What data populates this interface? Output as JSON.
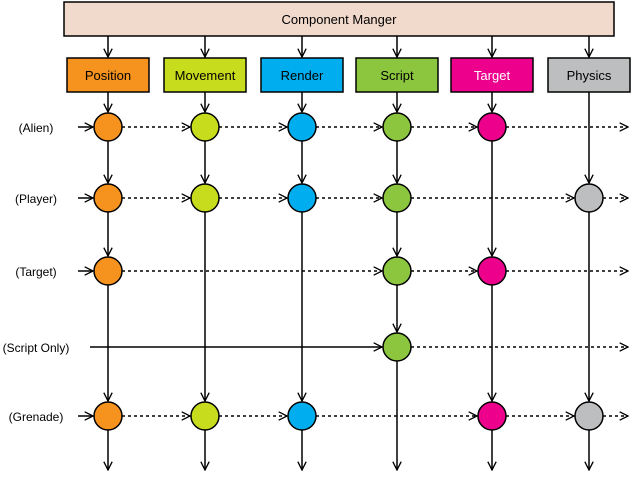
{
  "title": "Component Manger",
  "colors": {
    "manager_fill": "#f1d9cc",
    "stroke": "#000000"
  },
  "components": [
    {
      "key": "position",
      "label": "Position",
      "fill": "#f6921e",
      "text_color": "#000000"
    },
    {
      "key": "movement",
      "label": "Movement",
      "fill": "#c7dc1c",
      "text_color": "#000000"
    },
    {
      "key": "render",
      "label": "Render",
      "fill": "#00adee",
      "text_color": "#000000"
    },
    {
      "key": "script",
      "label": "Script",
      "fill": "#8cc63f",
      "text_color": "#000000"
    },
    {
      "key": "target",
      "label": "Target",
      "fill": "#ec008c",
      "text_color": "#ffffff"
    },
    {
      "key": "physics",
      "label": "Physics",
      "fill": "#bcbec0",
      "text_color": "#000000"
    }
  ],
  "entities": [
    {
      "label": "(Alien)",
      "components": [
        "position",
        "movement",
        "render",
        "script",
        "target"
      ]
    },
    {
      "label": "(Player)",
      "components": [
        "position",
        "movement",
        "render",
        "script",
        "physics"
      ]
    },
    {
      "label": "(Target)",
      "components": [
        "position",
        "script",
        "target"
      ]
    },
    {
      "label": "(Script Only)",
      "components": [
        "script"
      ]
    },
    {
      "label": "(Grenade)",
      "components": [
        "position",
        "movement",
        "render",
        "target",
        "physics"
      ]
    }
  ]
}
